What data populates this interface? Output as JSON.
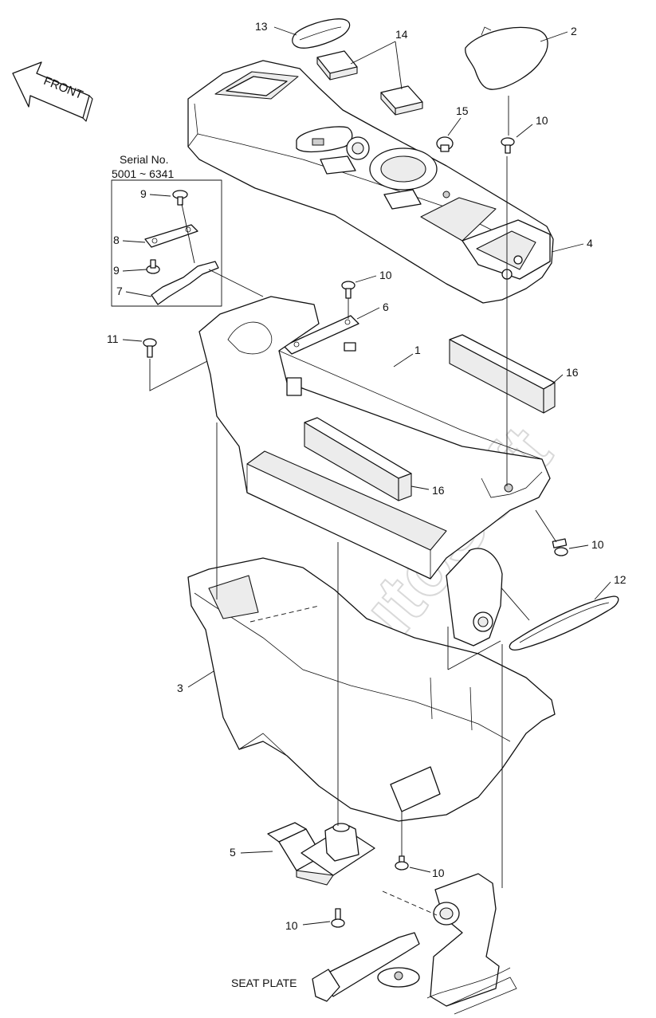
{
  "diagram": {
    "direction_label": "FRONT",
    "serial_box": {
      "title": "Serial No.",
      "range": "5001 ~ 6341"
    },
    "bottom_label": "SEAT PLATE",
    "watermark": "AutoSoft",
    "callouts": {
      "c1": "1",
      "c2": "2",
      "c3": "3",
      "c4": "4",
      "c5": "5",
      "c6": "6",
      "c7": "7",
      "c8": "8",
      "c9a": "9",
      "c9b": "9",
      "c10a": "10",
      "c10b": "10",
      "c10c": "10",
      "c10d": "10",
      "c10e": "10",
      "c11": "11",
      "c12": "12",
      "c13": "13",
      "c14": "14",
      "c15": "15",
      "c16a": "16",
      "c16b": "16"
    }
  }
}
